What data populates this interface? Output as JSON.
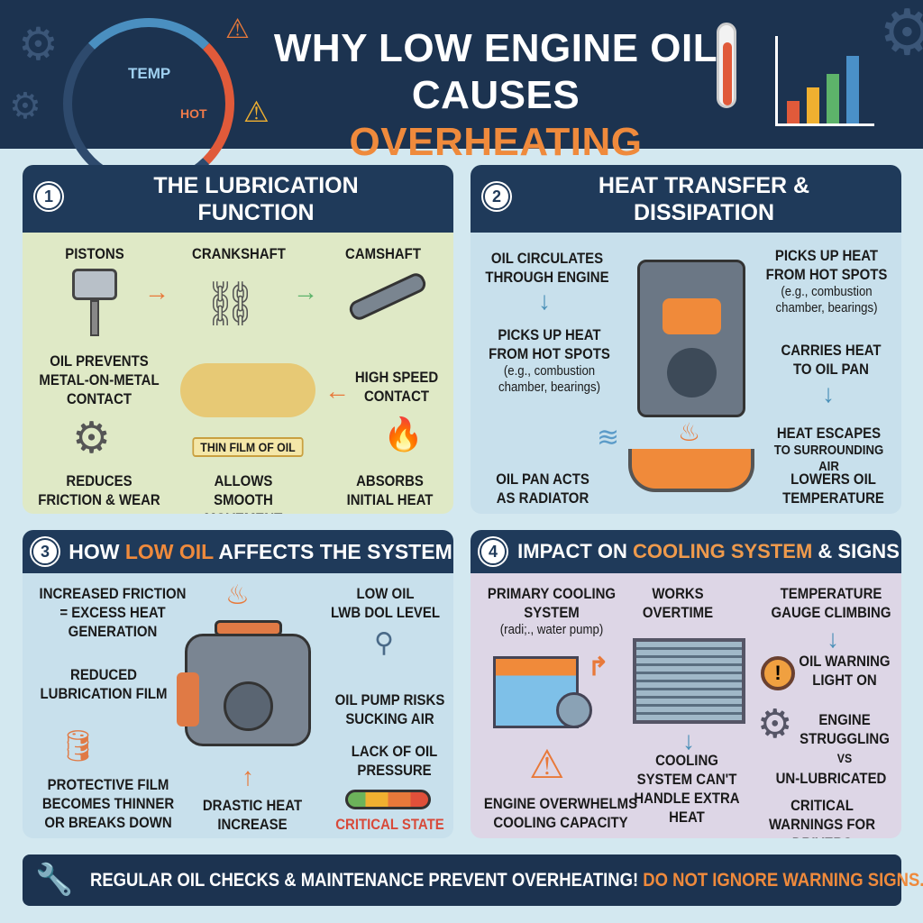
{
  "header": {
    "title_line1": "WHY LOW ENGINE OIL",
    "title_line2_prefix": "CAUSES ",
    "title_line2_highlight": "OVERHEATING",
    "gauge_temp": "TEMP",
    "gauge_hot": "HOT"
  },
  "panel1": {
    "number": "1",
    "title": "THE LUBRICATION FUNCTION",
    "labels": {
      "pistons": "PISTONS",
      "crankshaft": "CRANKSHAFT",
      "camshaft": "CAMSHAFT",
      "prevents": "OIL PREVENTS METAL-ON-METAL CONTACT",
      "high_speed": "HIGH SPEED CONTACT",
      "thin_film": "THIN FILM OF OIL",
      "reduces": "REDUCES FRICTION & WEAR",
      "smooth": "ALLOWS SMOOTH MOVEMENT",
      "absorbs": "ABSORBS INITIAL HEAT"
    }
  },
  "panel2": {
    "number": "2",
    "title": "HEAT TRANSFER & DISSIPATION",
    "labels": {
      "circulates": "OIL CIRCULATES THROUGH ENGINE",
      "picks_left": "PICKS UP HEAT FROM HOT SPOTS",
      "picks_left_note": "(e.g., combustion chamber, bearings)",
      "picks_right": "PICKS UP HEAT FROM HOT SPOTS",
      "picks_right_note": "(e.g., combustion chamber, bearings)",
      "carries": "CARRIES HEAT TO OIL PAN",
      "escapes": "HEAT ESCAPES",
      "escapes_sub": "TO SURROUNDING AIR",
      "radiator": "OIL PAN ACTS AS RADIATOR",
      "lowers": "LOWERS OIL TEMPERATURE"
    }
  },
  "panel3": {
    "number": "3",
    "title_prefix": "HOW ",
    "title_highlight": "LOW OIL",
    "title_suffix": " AFFECTS THE SYSTEM",
    "labels": {
      "friction": "INCREASED FRICTION = EXCESS HEAT GENERATION",
      "low_oil": "LOW OIL",
      "low_oil_2": "LWB DOL LEVEL",
      "reduced": "REDUCED LUBRICATION FILM",
      "pump": "OIL PUMP RISKS SUCKING AIR",
      "protective": "PROTECTIVE FILM BECOMES THINNER OR BREAKS DOWN",
      "drastic": "DRASTIC HEAT INCREASE",
      "pressure": "LACK OF OIL PRESSURE",
      "critical": "CRITICAL STATE"
    }
  },
  "panel4": {
    "number": "4",
    "title_prefix": "IMPACT ON ",
    "title_highlight": "COOLING SYSTEM",
    "title_suffix": " & SIGNS",
    "labels": {
      "primary": "PRIMARY COOLING SYSTEM",
      "primary_note": "(radi;., water pump)",
      "overtime": "WORKS OVERTIME",
      "gauge": "TEMPERATURE GAUGE CLIMBING",
      "warning_light": "OIL WARNING LIGHT ON",
      "struggling": "ENGINE STRUGGLING",
      "vs": "VS",
      "unlubricated": "UN-LUBRICATED",
      "cant_handle": "COOLING SYSTEM CAN'T HANDLE EXTRA HEAT",
      "overwhelms": "ENGINE OVERWHELMS COOLING CAPACITY",
      "critical_warnings": "CRITICAL WARNINGS FOR DRIVERS"
    }
  },
  "footer": {
    "text": "REGULAR OIL CHECKS & MAINTENANCE PREVENT OVERHEATING! ",
    "highlight": "DO NOT IGNORE WARNING SIGNS."
  },
  "colors": {
    "navy": "#1c3350",
    "orange": "#ef8a3c",
    "panel1_bg": "#dfe9c6",
    "panel2_bg": "#c8e0ec",
    "panel4_bg": "#ddd6e6"
  },
  "oil_pressure_gauge_level": "critical"
}
